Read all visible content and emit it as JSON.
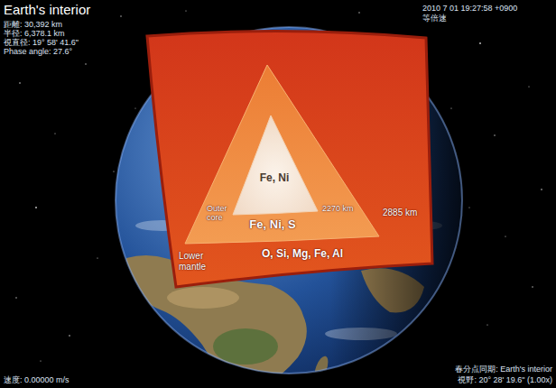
{
  "diagram": {
    "title": "Earth's interior",
    "nodes": [
      {
        "text": [
          "Lower mantle",
          "2885 km",
          "O, Si, Mg, Fe, Al"
        ]
      },
      {
        "text": [
          "Outer core",
          "Fe, Ni, S",
          "2270 km"
        ],
        "in": 0
      },
      {
        "text": [
          "Fe, Ni"
        ],
        "in": 1
      }
    ],
    "labels": [
      "距離: 30,392 km",
      "半径: 6,378.1 km",
      "視直径: 19° 58' 41.6\"",
      "Phase angle: 27.6°",
      "2010 7 01 19:27:58 +0900",
      "等倍速",
      "速度: 0.00000 m/s",
      "春分点同期: Earth's interior",
      "視野: 20° 28' 19.6\" (1.00x)"
    ]
  }
}
